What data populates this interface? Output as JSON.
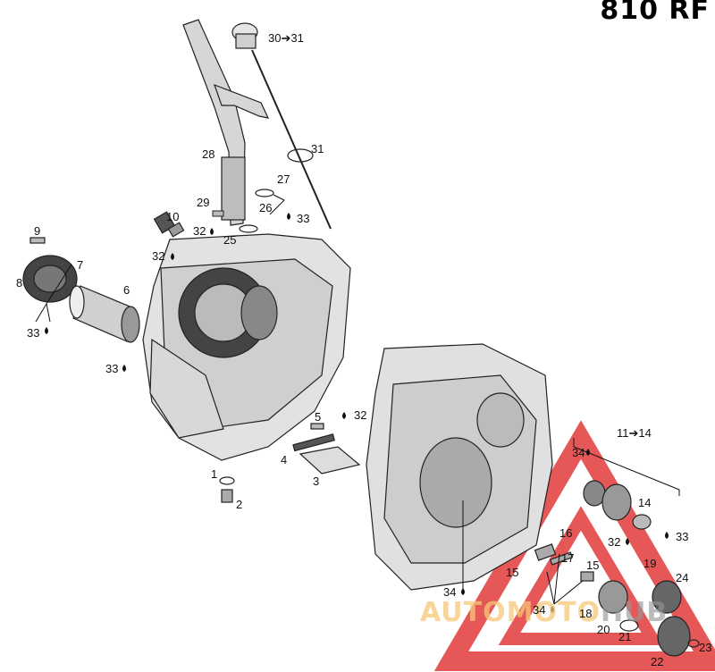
{
  "title": "810 RF",
  "figure_id": "54R0712",
  "watermark": {
    "part1": "AUTOMOTO",
    "part2": "HUB",
    "color_primary": "#e23b3b",
    "color_secondary": "#f2c27a"
  },
  "labels": {
    "l30_31": "30➔31",
    "l31": "31",
    "l28": "28",
    "l27": "27",
    "l26": "26",
    "l29": "29",
    "l10": "10",
    "l25": "25",
    "l32a": "32",
    "l33a": "33",
    "l32b": "32",
    "l9": "9",
    "l7": "7",
    "l8": "8",
    "l6": "6",
    "l33b": "33",
    "l33c": "33",
    "l5": "5",
    "l32c": "32",
    "l4": "4",
    "l3": "3",
    "l1": "1",
    "l2": "2",
    "l11_14": "11➔14",
    "l34a": "34",
    "l14": "14",
    "l33d": "33",
    "l16": "16",
    "l17": "17",
    "l32d": "32",
    "l15a": "15",
    "l15b": "15",
    "l19": "19",
    "l24": "24",
    "l34b": "34",
    "l34c": "34",
    "l18": "18",
    "l20": "20",
    "l21": "21",
    "l22": "22",
    "l23": "23"
  }
}
